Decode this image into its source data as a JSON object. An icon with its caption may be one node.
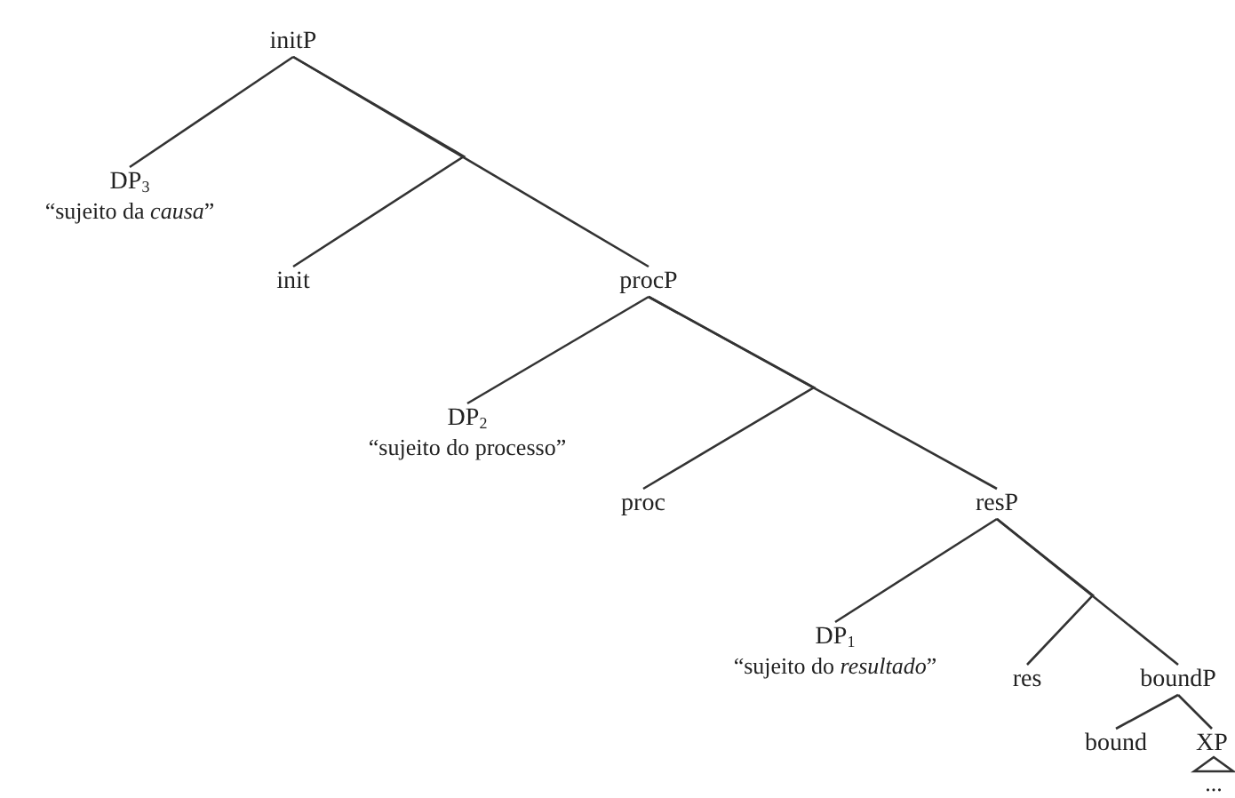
{
  "diagram": {
    "nodes": [
      {
        "text": [
          "initP"
        ]
      },
      {
        "text": [
          "DP$_{3}$"
        ],
        "beside": [
          "“sujeito da *causa*”"
        ]
      },
      {
        "text": [
          "init"
        ]
      },
      {
        "text": [
          "procP"
        ]
      },
      {
        "text": [
          "DP$_{2}$"
        ],
        "beside": [
          "“sujeito do processo”"
        ]
      },
      {
        "text": [
          "proc"
        ]
      },
      {
        "text": [
          "resP"
        ]
      },
      {
        "text": [
          "DP$_{1}$"
        ],
        "beside": [
          "“sujeito do *resultado*”"
        ]
      },
      {
        "text": [
          "res"
        ]
      },
      {
        "text": [
          "boundP"
        ]
      },
      {
        "text": [
          "bound"
        ]
      },
      {
        "text": [
          "XP"
        ]
      }
    ],
    "edges": [
      {
        "from": 0,
        "to": 1,
        "arrow": "none"
      },
      {
        "from": 0,
        "to": 2,
        "arrow": "none"
      },
      {
        "from": 0,
        "to": 3,
        "arrow": "none"
      },
      {
        "from": 3,
        "to": 4,
        "arrow": "none"
      },
      {
        "from": 3,
        "to": 5,
        "arrow": "none"
      },
      {
        "from": 3,
        "to": 6,
        "arrow": "none"
      },
      {
        "from": 6,
        "to": 7,
        "arrow": "none"
      },
      {
        "from": 6,
        "to": 8,
        "arrow": "none"
      },
      {
        "from": 6,
        "to": 9,
        "arrow": "none"
      },
      {
        "from": 9,
        "to": 10,
        "arrow": "none"
      },
      {
        "from": 9,
        "to": 11,
        "arrow": "none"
      }
    ],
    "labels": [
      "..."
    ]
  }
}
